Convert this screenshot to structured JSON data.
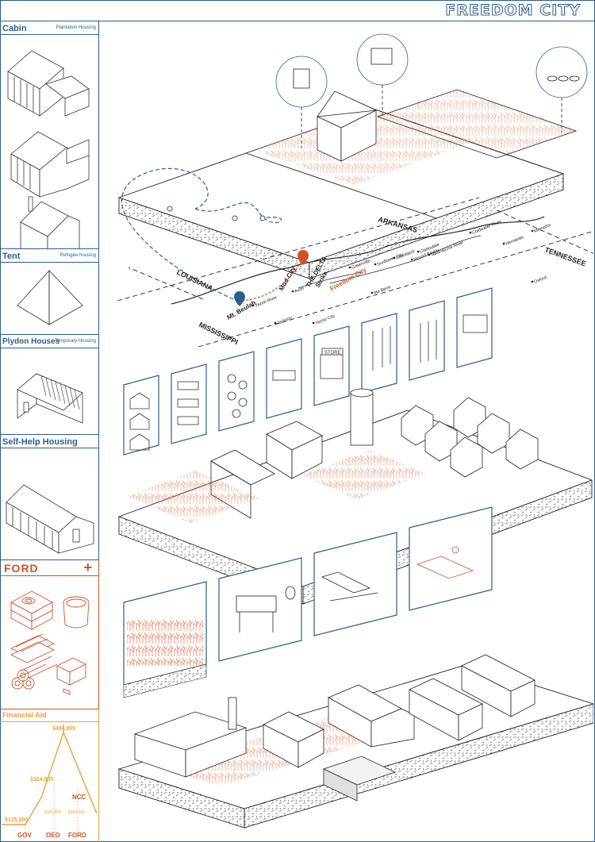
{
  "header": {
    "title": "FREEDOM CITY"
  },
  "sidebar": {
    "cabin": {
      "title": "Cabin",
      "subtitle": "Plantation Housing"
    },
    "tent": {
      "title": "Tent",
      "subtitle": "Refugee housing"
    },
    "plydon": {
      "title": "Plydon Houses",
      "subtitle": "Temporary Housing"
    },
    "selfhelp": {
      "title": "Self-Help Housing"
    },
    "ford": {
      "title": "FORD",
      "plus": "+"
    },
    "financial": {
      "title": "Financial Aid",
      "labels": {
        "peak": "$484,805",
        "mid": "$324,805",
        "low": "$125,000",
        "sub1": "$160,805",
        "sub2": "$160,000",
        "ncc": "NCC",
        "gov": "GOV",
        "oeo": "OEO",
        "ford": "FORD"
      }
    }
  },
  "map": {
    "states": {
      "arkansas": "ARKANSAS",
      "tennessee": "TENNESSEE",
      "louisiana": "LOUISIANA",
      "mississippi": "MISSISSIPPI"
    },
    "region": {
      "delta": "THE DELTA",
      "strike": "Strike",
      "city": "Freedom City",
      "mud": "Mud City",
      "beulah": "Mt. Beulah"
    },
    "towns": [
      "Memphis",
      "Hernando",
      "Coldwater River",
      "Clarksdale",
      "Mound Bayou",
      "Cleveland",
      "Sunflower City",
      "Greenville",
      "Avon",
      "Itta Bena",
      "Yazoo City",
      "Jackson",
      "Yazoo River",
      "Oxford",
      "Tallahatchie River"
    ]
  },
  "icons": {
    "store": "STORE"
  },
  "colors": {
    "accent": "#2c5d8f",
    "red": "#d2502a",
    "orange": "#e8a23a",
    "crop": "#f08d6b"
  }
}
